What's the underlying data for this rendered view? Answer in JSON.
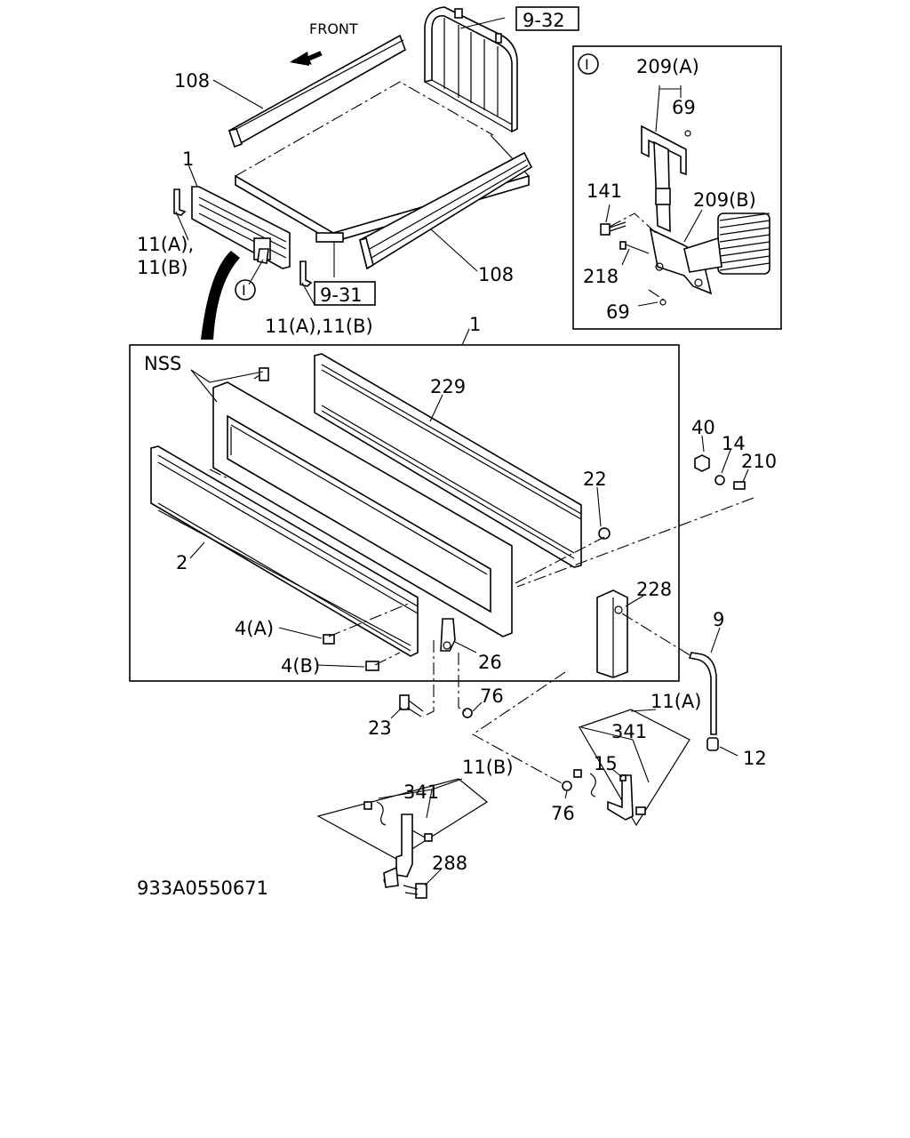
{
  "labels": {
    "front": "FRONT",
    "ref_9_32": "9-32",
    "ref_9_31": "9-31",
    "p108_top": "108",
    "p108_bottom": "108",
    "p1_top": "1",
    "p11_ab_left_a": "11(A),",
    "p11_ab_left_b": "11(B)",
    "p11_ab_bottom": "11(A),11(B)",
    "circle_i_small": "I",
    "inset_i": "I",
    "p209a": "209(A)",
    "p69_top": "69",
    "p141": "141",
    "p209b": "209(B)",
    "p218": "218",
    "p69_bottom": "69",
    "p1_main": "1",
    "nss": "NSS",
    "p229": "229",
    "p22": "22",
    "p2": "2",
    "p228": "228",
    "p40": "40",
    "p14": "14",
    "p210": "210",
    "p9": "9",
    "p4a": "4(A)",
    "p4b": "4(B)",
    "p26": "26",
    "p76_top": "76",
    "p23": "23",
    "p11a": "11(A)",
    "p341_right": "341",
    "p15": "15",
    "p76_bottom": "76",
    "p12": "12",
    "p11b": "11(B)",
    "p341_left": "341",
    "p288": "288",
    "drawing_no": "933A0550671"
  }
}
